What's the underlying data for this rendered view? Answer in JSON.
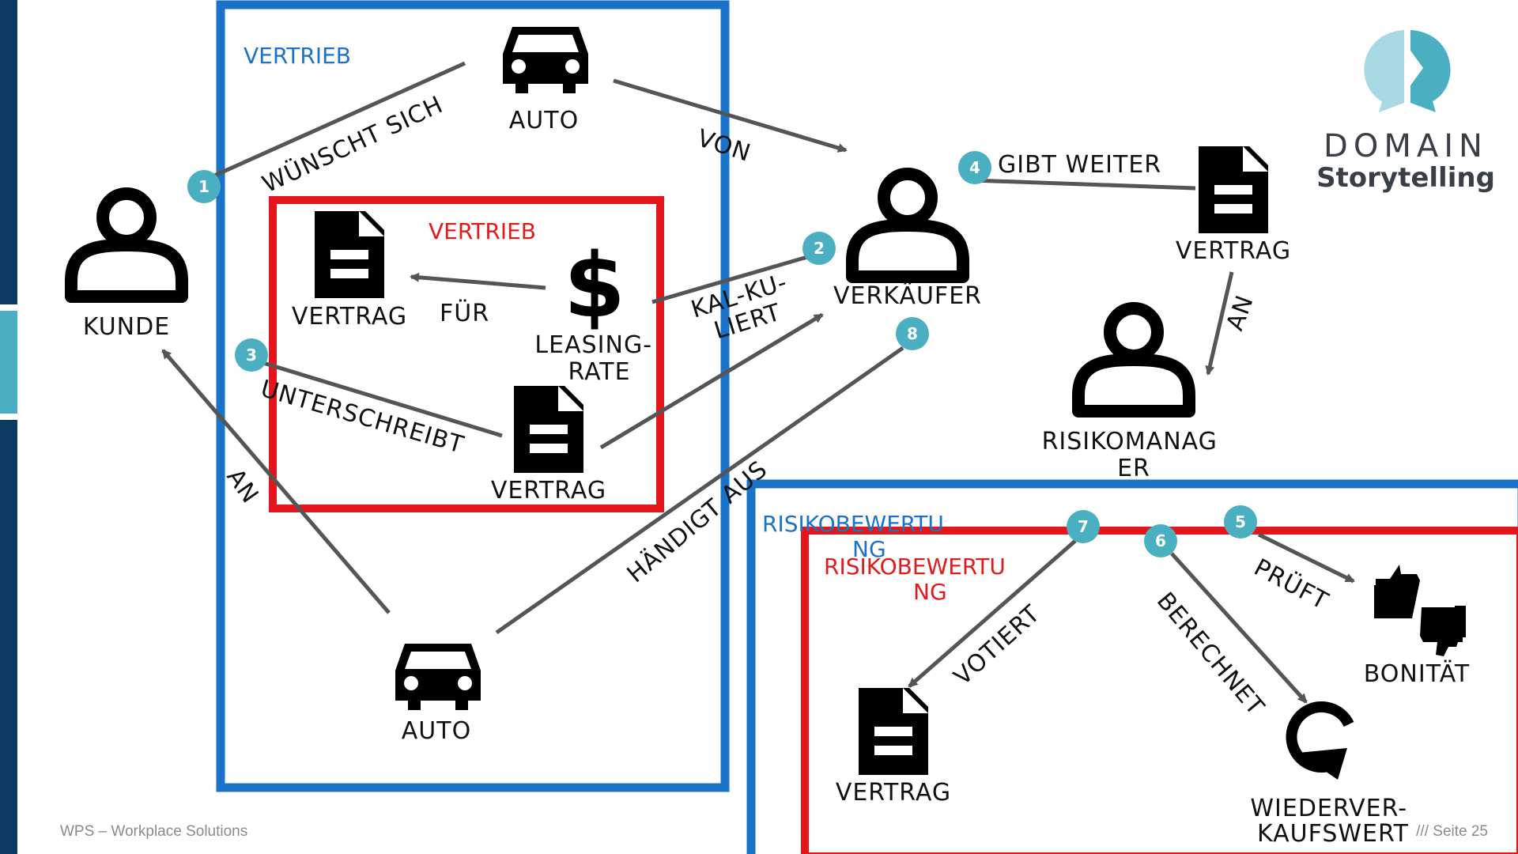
{
  "colors": {
    "blue": "#1a73c8",
    "red": "#e4151b",
    "teal": "#4ab0c1",
    "arrow": "#555555",
    "nav": "#0b3a62"
  },
  "groups": {
    "vertrieb_outer": "VERTRIEB",
    "vertrieb_inner": "VERTRIEB",
    "risiko_outer": [
      "RISIKOBEWERTU",
      "NG"
    ],
    "risiko_inner": [
      "RISIKOBEWERTU",
      "NG"
    ]
  },
  "actors": {
    "kunde": "KUNDE",
    "verkaeufer": "VERKÄUFER",
    "risikomanager": [
      "RISIKOMANAG",
      "ER"
    ]
  },
  "workobjects": {
    "auto_top": "AUTO",
    "auto_bottom": "AUTO",
    "vertrag_inner_left": "VERTRAG",
    "vertrag_inner_bottom": "VERTRAG",
    "vertrag_right": "VERTRAG",
    "vertrag_bottom_right": "VERTRAG",
    "leasingrate": [
      "LEASING-",
      "RATE"
    ],
    "bonitaet": "BONITÄT",
    "wiederverkaufswert": [
      "WIEDERVER-",
      "KAUFSWERT"
    ]
  },
  "activities": {
    "wuenscht_sich": "WÜNSCHT SICH",
    "von": "VON",
    "fuer": "FÜR",
    "kalkuliert": [
      "KAL-KU-",
      "LIERT"
    ],
    "unterschreibt": "UNTERSCHREIBT",
    "an_left": "AN",
    "haendigt_aus": "HÄNDIGT AUS",
    "gibt_weiter": "GIBT WEITER",
    "an_right": "AN",
    "prueft": "PRÜFT",
    "votiert": "VOTIERT",
    "berechnet": "BERECHNET"
  },
  "steps": [
    "1",
    "2",
    "3",
    "4",
    "5",
    "6",
    "7",
    "8"
  ],
  "logo": {
    "line1": "DOMAIN",
    "line2": "Storytelling"
  },
  "footer": {
    "left": "WPS – Workplace Solutions",
    "right": "/// Seite 25"
  }
}
